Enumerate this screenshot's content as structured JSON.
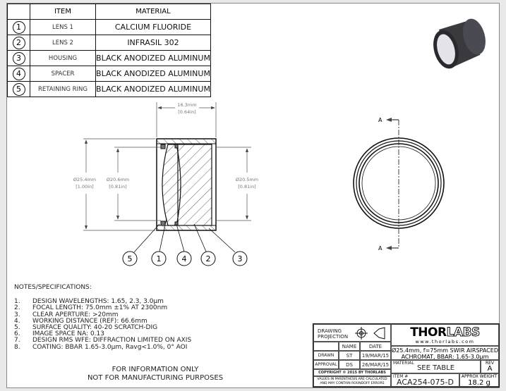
{
  "bom": {
    "headers": {
      "item": "ITEM",
      "material": "MATERIAL"
    },
    "rows": [
      {
        "num": "1",
        "item": "LENS 1",
        "material": "CALCIUM FLUORIDE"
      },
      {
        "num": "2",
        "item": "LENS 2",
        "material": "INFRASIL 302"
      },
      {
        "num": "3",
        "item": "HOUSING",
        "material": "BLACK ANODIZED ALUMINUM"
      },
      {
        "num": "4",
        "item": "SPACER",
        "material": "BLACK ANODIZED ALUMINUM"
      },
      {
        "num": "5",
        "item": "RETAINING RING",
        "material": "BLACK ANODIZED ALUMINUM"
      }
    ]
  },
  "dimensions": {
    "length": {
      "mm": "16.3mm",
      "in": "[0.64in]"
    },
    "outer_dia": {
      "mm": "Ø25.4mm",
      "in": "[1.00in]"
    },
    "front_aperture": {
      "mm": "Ø20.6mm",
      "in": "[0.81in]"
    },
    "rear_aperture": {
      "mm": "Ø20.5mm",
      "in": "[0.81in]"
    }
  },
  "balloons": [
    "5",
    "1",
    "4",
    "2",
    "3"
  ],
  "section_label": "A",
  "notes": {
    "title": "NOTES/SPECIFICATIONS:",
    "items": [
      {
        "n": "1.",
        "text": "DESIGN WAVELENGTHS: 1.65, 2.3, 3.0µm"
      },
      {
        "n": "2.",
        "text": "FOCAL LENGTH: 75.0mm ±1% AT 2300nm"
      },
      {
        "n": "3.",
        "text": "CLEAR APERTURE: >20mm"
      },
      {
        "n": "4.",
        "text": "WORKING DISTANCE (REF): 66.6mm"
      },
      {
        "n": "5.",
        "text": "SURFACE QUALITY: 40-20 SCRATCH-DIG"
      },
      {
        "n": "6.",
        "text": "IMAGE SPACE NA: 0.13"
      },
      {
        "n": "7.",
        "text": "DESIGN RMS WFE: DIFFRACTION LIMITED ON AXIS"
      },
      {
        "n": "8.",
        "text": "COATING: BBAR 1.65-3.0µm, Ravg<1.0%, 0° AOI"
      }
    ]
  },
  "disclaimer": {
    "line1": "FOR INFORMATION ONLY",
    "line2": "NOT FOR MANUFACTURING PURPOSES"
  },
  "title_block": {
    "projection_label": "DRAWING PROJECTION",
    "name_header": "NAME",
    "date_header": "DATE",
    "drawn_label": "DRAWN",
    "drawn_name": "ST",
    "drawn_date": "19/MAR/15",
    "approval_label": "APPROVAL",
    "approval_name": "DS",
    "approval_date": "26/MAR/15",
    "copyright": "COPYRIGHT © 2015 BY THORLABS",
    "values_note_1": "VALUES IN PARENTHESIS ARE CALCULATED",
    "values_note_2": "AND MAY CONTAIN ROUNDOFF ERRORS",
    "logo_thor": "THOR",
    "logo_labs": "LABS",
    "website": "www.thorlabs.com",
    "description_1": "Ø25.4mm, f=75mm SWIR AIRSPACED",
    "description_2": "ACHROMAT, BBAR: 1.65-3.0µm",
    "material_label": "MATERIAL",
    "material_value": "SEE TABLE",
    "rev_label": "REV",
    "rev_value": "A",
    "item_label": "ITEM #",
    "item_value": "ACA254-075-D",
    "weight_label": "APPROX WEIGHT",
    "weight_value": "18.2 g"
  }
}
